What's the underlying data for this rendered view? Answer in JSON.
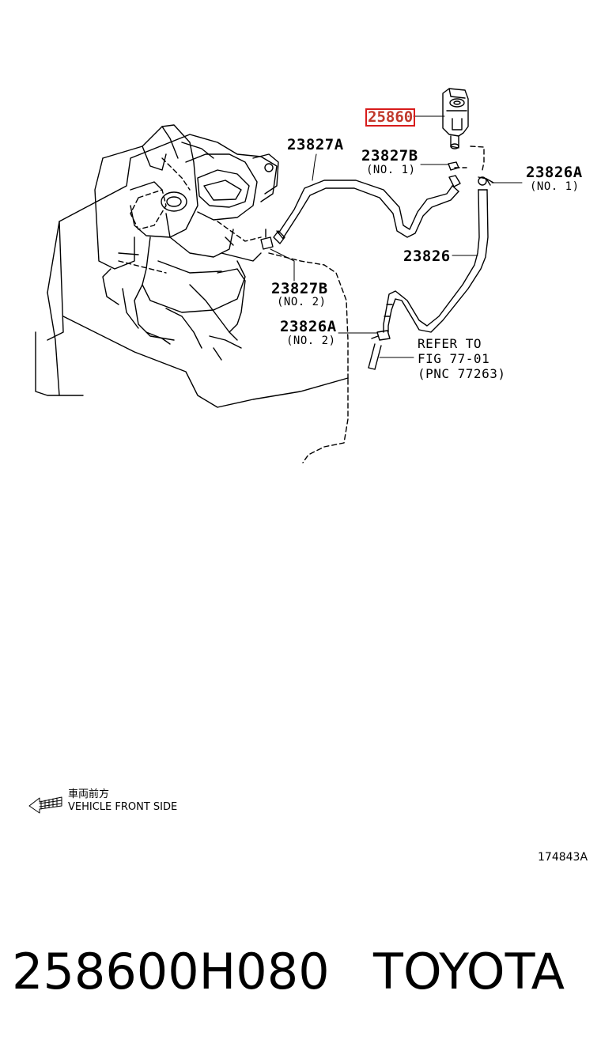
{
  "callouts": {
    "p25860": "25860",
    "p23827A": "23827A",
    "p23827B_1": "23827B",
    "p23827B_1_sub": "(NO. 1)",
    "p23826A_1": "23826A",
    "p23826A_1_sub": "(NO. 1)",
    "p23826": "23826",
    "p23827B_2": "23827B",
    "p23827B_2_sub": "(NO. 2)",
    "p23826A_2": "23826A",
    "p23826A_2_sub": "(NO. 2)",
    "refer_line1": "REFER TO",
    "refer_line2": "FIG 77-01",
    "refer_line3": "(PNC 77263)"
  },
  "legend": {
    "japanese": "車両前方",
    "english": "VEHICLE FRONT SIDE"
  },
  "figure_number": "174843A",
  "footer": {
    "part_number": "258600H080",
    "brand": "TOYOTA"
  },
  "colors": {
    "highlight": "#d81b1b",
    "line": "#000000",
    "background": "#ffffff"
  }
}
